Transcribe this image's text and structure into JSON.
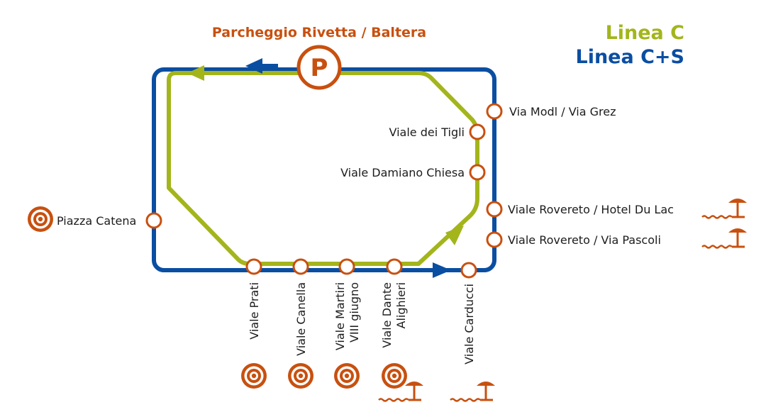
{
  "title": "Parcheggio Rivetta / Baltera",
  "parking_symbol": "P",
  "legend": {
    "line_c": "Linea C",
    "line_cs": "Linea C+S"
  },
  "colors": {
    "line_c": "#a3b51b",
    "line_cs": "#0a4ea2",
    "stop": "#c8500f"
  },
  "stops": {
    "via_modl": "Via Modl / Via Grez",
    "viale_tigli": "Viale dei Tigli",
    "viale_damiano": "Viale Damiano Chiesa",
    "rovereto_dulac": "Viale Rovereto / Hotel Du Lac",
    "rovereto_pascoli": "Viale Rovereto / Via Pascoli",
    "piazza_catena": "Piazza Catena",
    "viale_prati": "Viale Prati",
    "viale_canella": "Viale Canella",
    "martiri_1": "Viale Martiri",
    "martiri_2": "VIII giugno",
    "dante_1": "Viale Dante",
    "dante_2": "Alighieri",
    "viale_carducci": "Viale Carducci"
  },
  "icons": {
    "poi": "target-icon",
    "beach": "beach-umbrella-icon"
  }
}
